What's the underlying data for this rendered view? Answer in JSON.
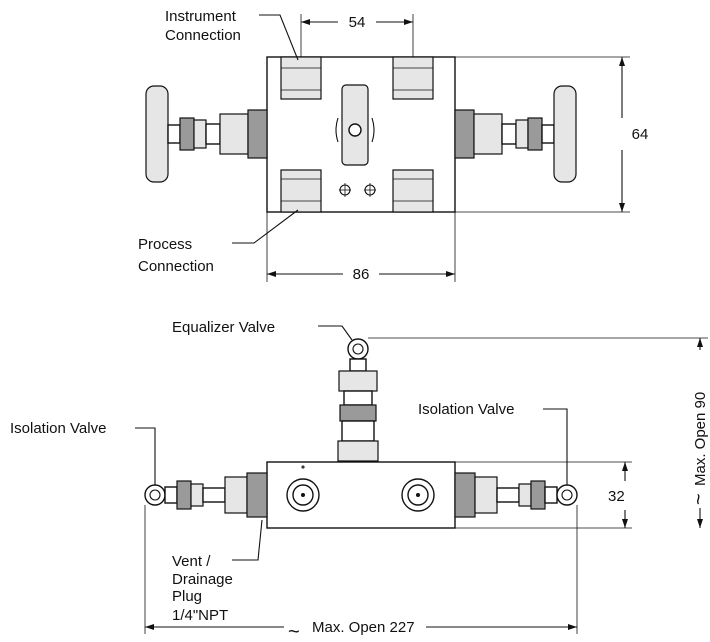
{
  "top_view": {
    "instrument_label_1": "Instrument",
    "instrument_label_2": "Connection",
    "process_label_1": "Process",
    "process_label_2": "Connection",
    "dim_width_top": "54",
    "dim_height": "64",
    "dim_width_bottom": "86"
  },
  "front_view": {
    "equalizer_label": "Equalizer Valve",
    "isolation_left_label": "Isolation Valve",
    "isolation_right_label": "Isolation Valve",
    "vent_label_1": "Vent /",
    "vent_label_2": "Drainage",
    "vent_label_3": "Plug",
    "vent_label_4": "1/4\"NPT",
    "dim_height": "32",
    "dim_max_open_vertical": "Max. Open 90",
    "dim_max_open_horizontal": "Max. Open 227",
    "tilde": "~"
  }
}
